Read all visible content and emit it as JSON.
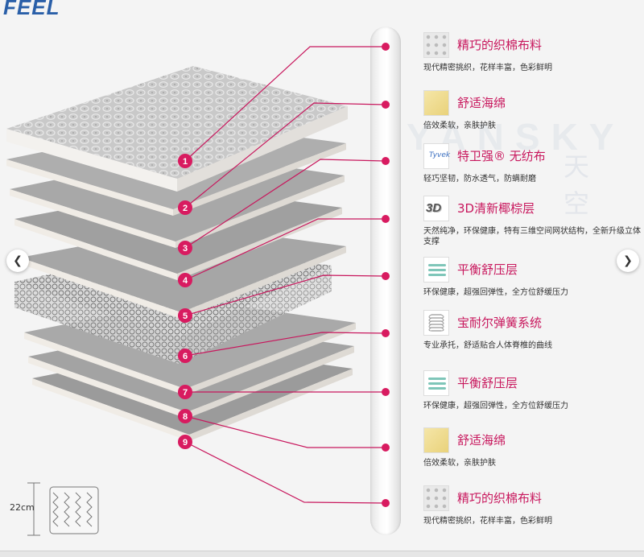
{
  "brand": {
    "logo_text": "FEEL",
    "logo_sub": ""
  },
  "watermark": {
    "latin": "YANSKY",
    "chinese": "天 空"
  },
  "layers": [
    {
      "number": "1",
      "title": "精巧的织棉布料",
      "desc": "现代精密挑织，花样丰富，色彩鲜明",
      "thumb": "quilt"
    },
    {
      "number": "2",
      "title": "舒适海绵",
      "desc": "倍效柔软，亲肤护肤",
      "thumb": "foam"
    },
    {
      "number": "3",
      "title": "特卫强® 无纺布",
      "desc": "轻巧坚韧，防水透气，防螨耐磨",
      "thumb": "fabric",
      "thumb_text": "Tyvek"
    },
    {
      "number": "4",
      "title": "3D清新椰棕层",
      "desc": "天然纯净，环保健康，特有三维空间网状结构，全新升级立体支撑",
      "thumb": "d3",
      "thumb_text": "3D"
    },
    {
      "number": "5",
      "title": "平衡舒压层",
      "desc": "环保健康，超强回弹性，全方位舒缓压力",
      "thumb": "layers"
    },
    {
      "number": "6",
      "title": "宝耐尔弹簧系统",
      "desc": "专业承托，舒适贴合人体脊椎的曲线",
      "thumb": "spring"
    },
    {
      "number": "7",
      "title": "平衡舒压层",
      "desc": "环保健康，超强回弹性，全方位舒缓压力",
      "thumb": "layers"
    },
    {
      "number": "8",
      "title": "舒适海绵",
      "desc": "倍效柔软，亲肤护肤",
      "thumb": "foam"
    },
    {
      "number": "9",
      "title": "精巧的织棉布料",
      "desc": "现代精密挑织，花样丰富，色彩鲜明",
      "thumb": "quilt"
    }
  ],
  "dimension": {
    "height_label": "22cm"
  },
  "nav": {
    "prev_icon": "chevron-left-icon",
    "next_icon": "chevron-right-icon"
  },
  "colors": {
    "accent": "#c8175d",
    "dot": "#d81b60"
  }
}
